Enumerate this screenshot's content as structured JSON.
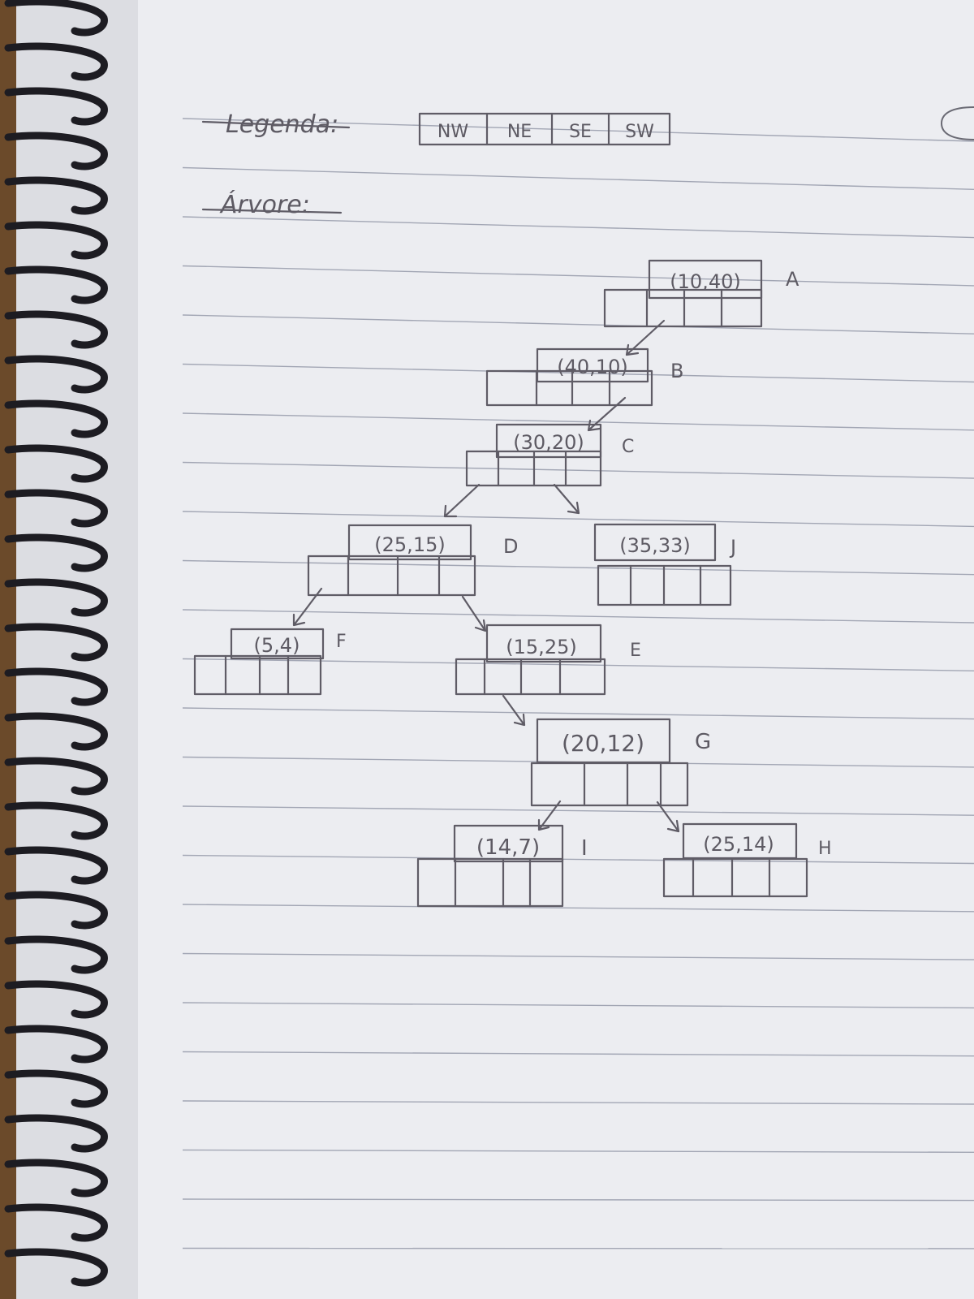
{
  "header": {
    "legend_label": "Legenda:",
    "tree_label": "Árvore:"
  },
  "legend": {
    "cells": [
      "NW",
      "NE",
      "SE",
      "SW"
    ]
  },
  "nodes": [
    {
      "id": "A",
      "coords": "(10,40)"
    },
    {
      "id": "B",
      "coords": "(40,10)"
    },
    {
      "id": "C",
      "coords": "(30,20)"
    },
    {
      "id": "D",
      "coords": "(25,15)"
    },
    {
      "id": "J",
      "coords": "(35,33)"
    },
    {
      "id": "F",
      "coords": "(5,4)"
    },
    {
      "id": "E",
      "coords": "(15,25)"
    },
    {
      "id": "G",
      "coords": "(20,12)"
    },
    {
      "id": "I",
      "coords": "(14,7)"
    },
    {
      "id": "H",
      "coords": "(25,14)"
    }
  ],
  "edges": [
    {
      "from": "A",
      "to": "B"
    },
    {
      "from": "B",
      "to": "C"
    },
    {
      "from": "C",
      "to": "D"
    },
    {
      "from": "C",
      "to": "J"
    },
    {
      "from": "D",
      "to": "F"
    },
    {
      "from": "D",
      "to": "E"
    },
    {
      "from": "E",
      "to": "G"
    },
    {
      "from": "G",
      "to": "I"
    },
    {
      "from": "G",
      "to": "H"
    }
  ],
  "colors": {
    "paper": "#ecedf1",
    "pencil": "#5f5c66",
    "rule": "#8a8fa0",
    "spiral": "#1d1c22",
    "desk": "#6b4a2a"
  }
}
